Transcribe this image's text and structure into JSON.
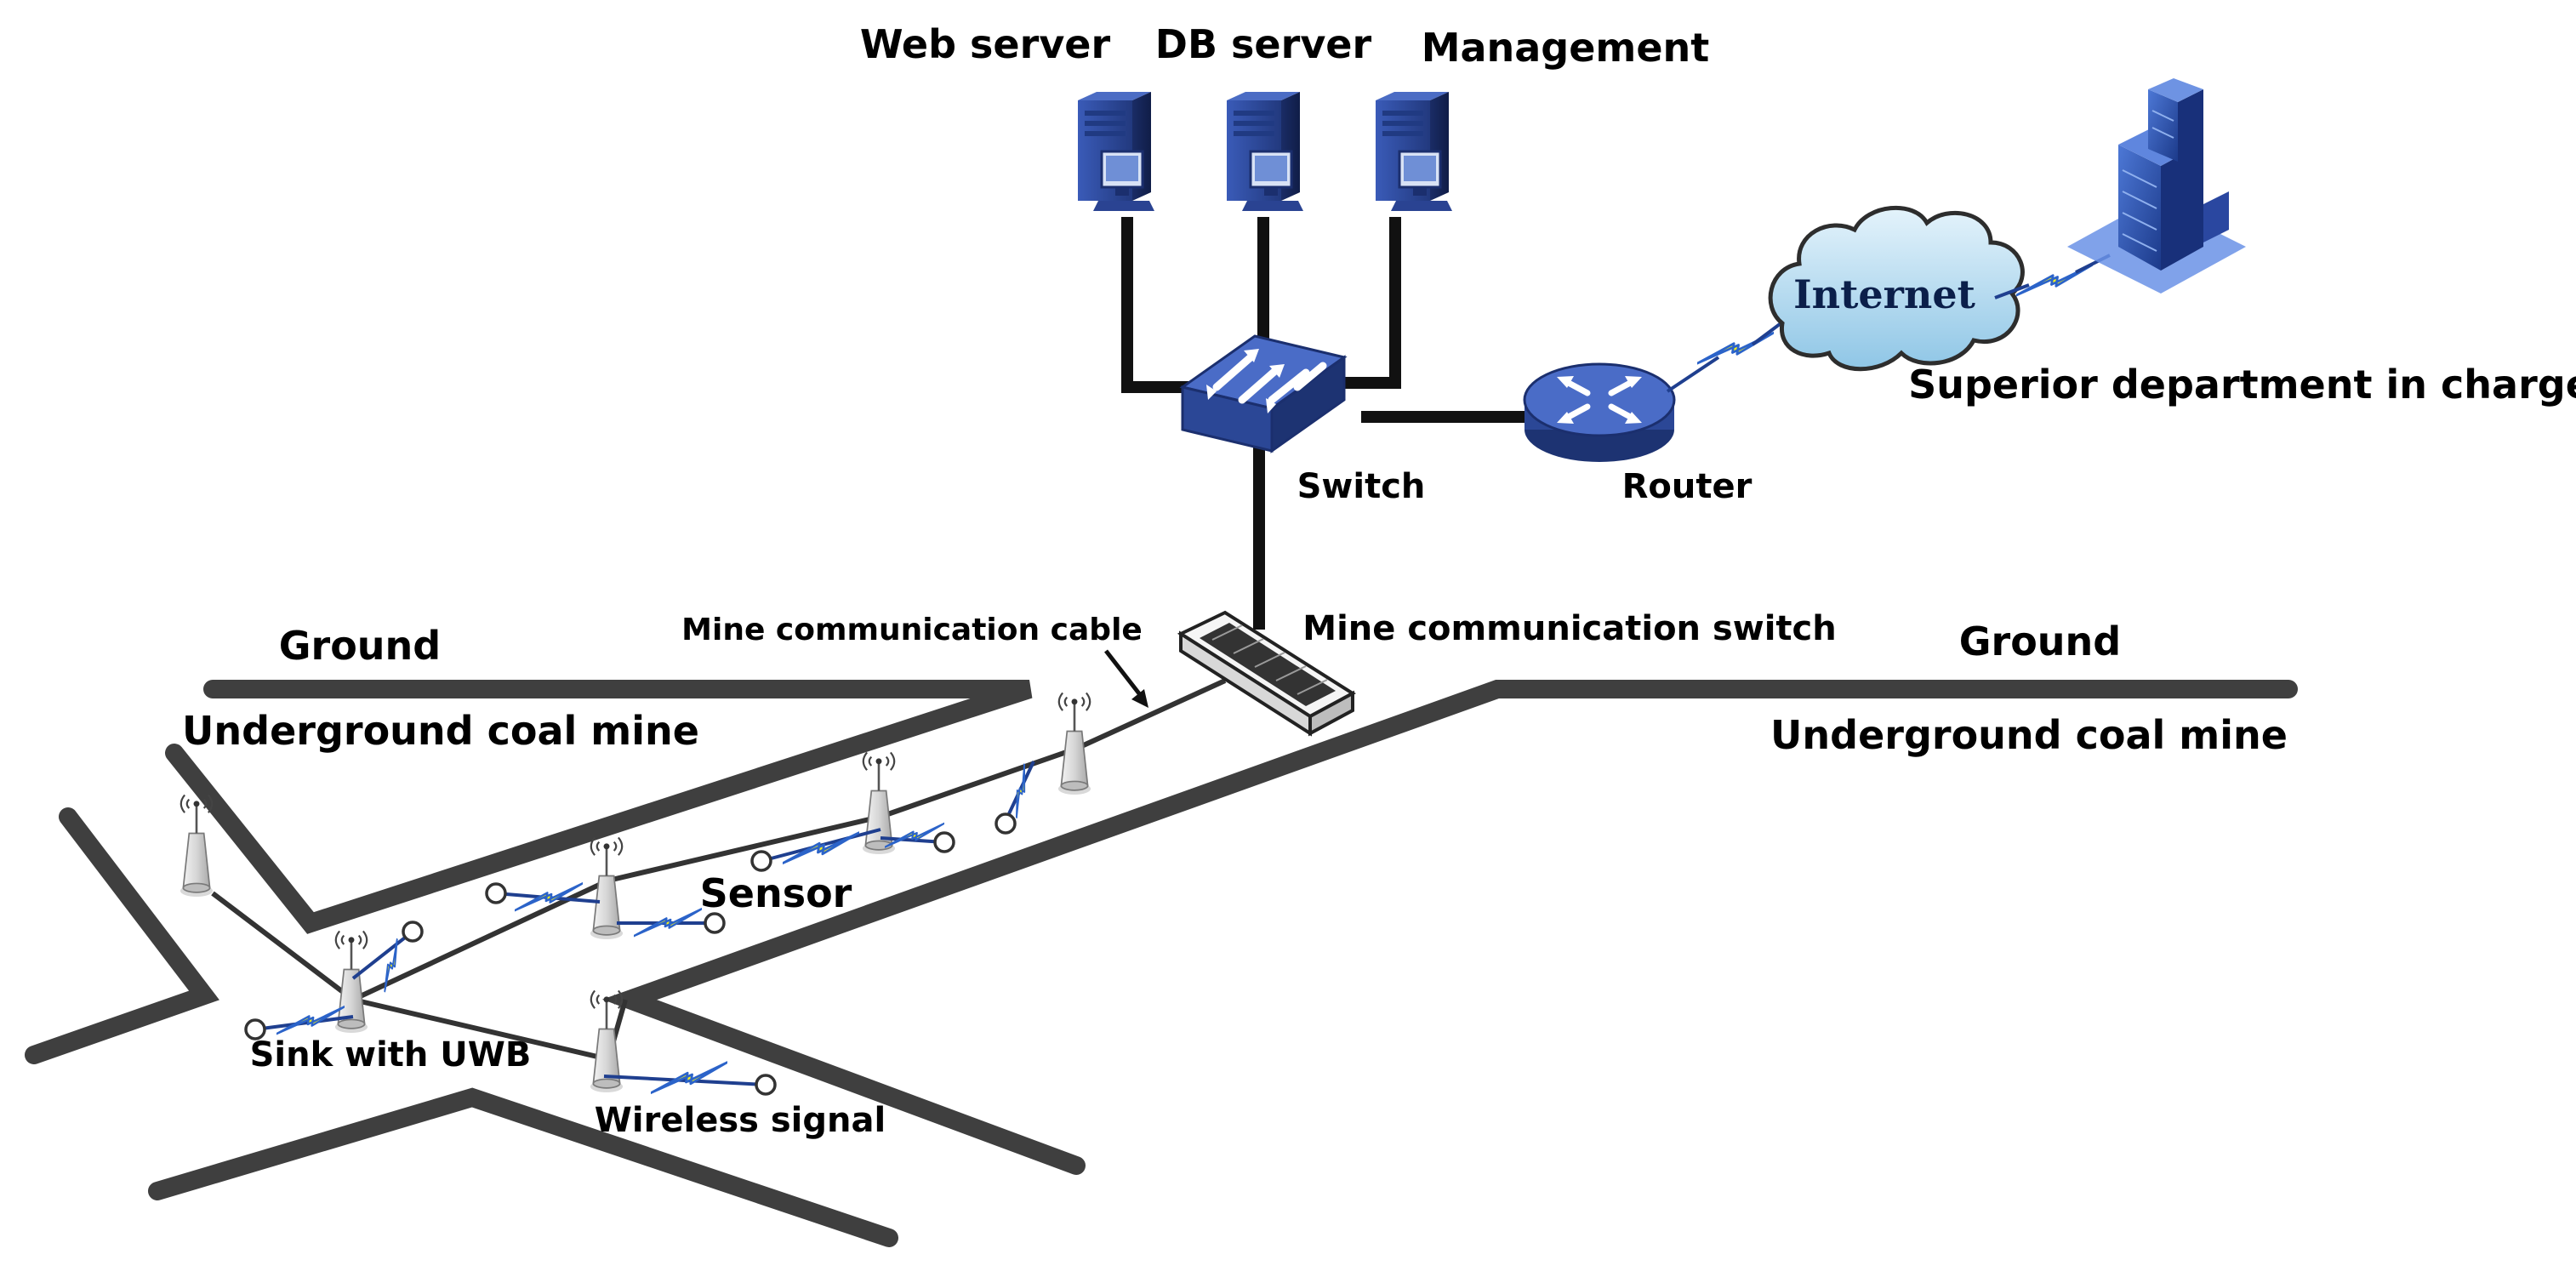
{
  "labels": {
    "web_server": "Web server",
    "db_server": "DB server",
    "management": "Management",
    "switch": "Switch",
    "router": "Router",
    "internet": "Internet",
    "superior_department": "Superior department in charge",
    "mine_cable": "Mine communication cable",
    "mine_switch": "Mine communication switch",
    "ground_left": "Ground",
    "ground_right": "Ground",
    "underground_left": "Underground coal mine",
    "underground_right": "Underground coal mine",
    "sensor": "Sensor",
    "sink": "Sink with UWB",
    "wireless": "Wireless signal"
  },
  "colors": {
    "tunnel": "#3f3f3f",
    "cable": "#111111",
    "device_blue": "#2f4fa8",
    "device_dark": "#1b2f6e",
    "cloud": "#b9dcf0",
    "lightning": "#f3f01c",
    "lightning_edge": "#2b63c9",
    "node_line": "#1f3f8f"
  },
  "icons": {
    "server": "server-tower-icon",
    "switch": "network-switch-icon",
    "router": "router-icon",
    "cloud": "cloud-icon",
    "building": "office-building-icon",
    "mine_switch": "mine-switch-icon",
    "sink": "antenna-tower-icon",
    "sensor": "sensor-node-icon",
    "signal": "lightning-icon"
  }
}
